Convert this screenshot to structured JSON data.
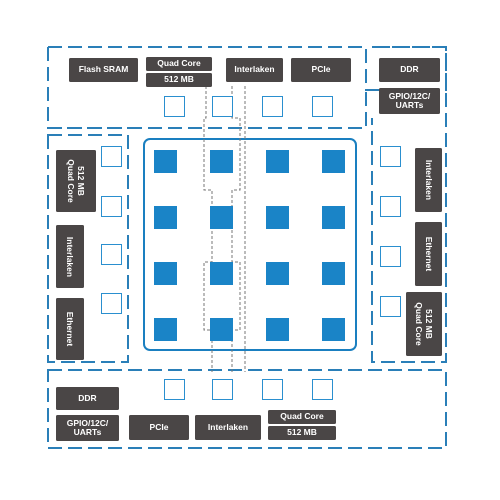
{
  "top": {
    "flash_sram": "Flash SRAM",
    "quad_core": "Quad Core",
    "mem_512": "512 MB",
    "interlaken": "Interlaken",
    "pcie": "PCIe"
  },
  "top_right": {
    "ddr": "DDR",
    "gpio_line1": "GPIO/12C/",
    "gpio_line2": "UARTs"
  },
  "left": {
    "quad_core": "Quad Core",
    "mem_512": "512 MB",
    "interlaken": "Interlaken",
    "ethernet": "Ethernet"
  },
  "right": {
    "interlaken": "Interlaken",
    "ethernet": "Ethernet",
    "mem_512": "512 MB",
    "quad_core": "Quad Core"
  },
  "bottom": {
    "ddr": "DDR",
    "gpio_line1": "GPIO/12C/",
    "gpio_line2": "UARTs",
    "pcie": "PCIe",
    "interlaken": "Interlaken",
    "quad_core": "Quad Core",
    "mem_512": "512 MB"
  },
  "colors": {
    "dash_blue": "#2a7fb8",
    "core_blue": "#1a84c7",
    "block_gray": "#4a4646"
  }
}
